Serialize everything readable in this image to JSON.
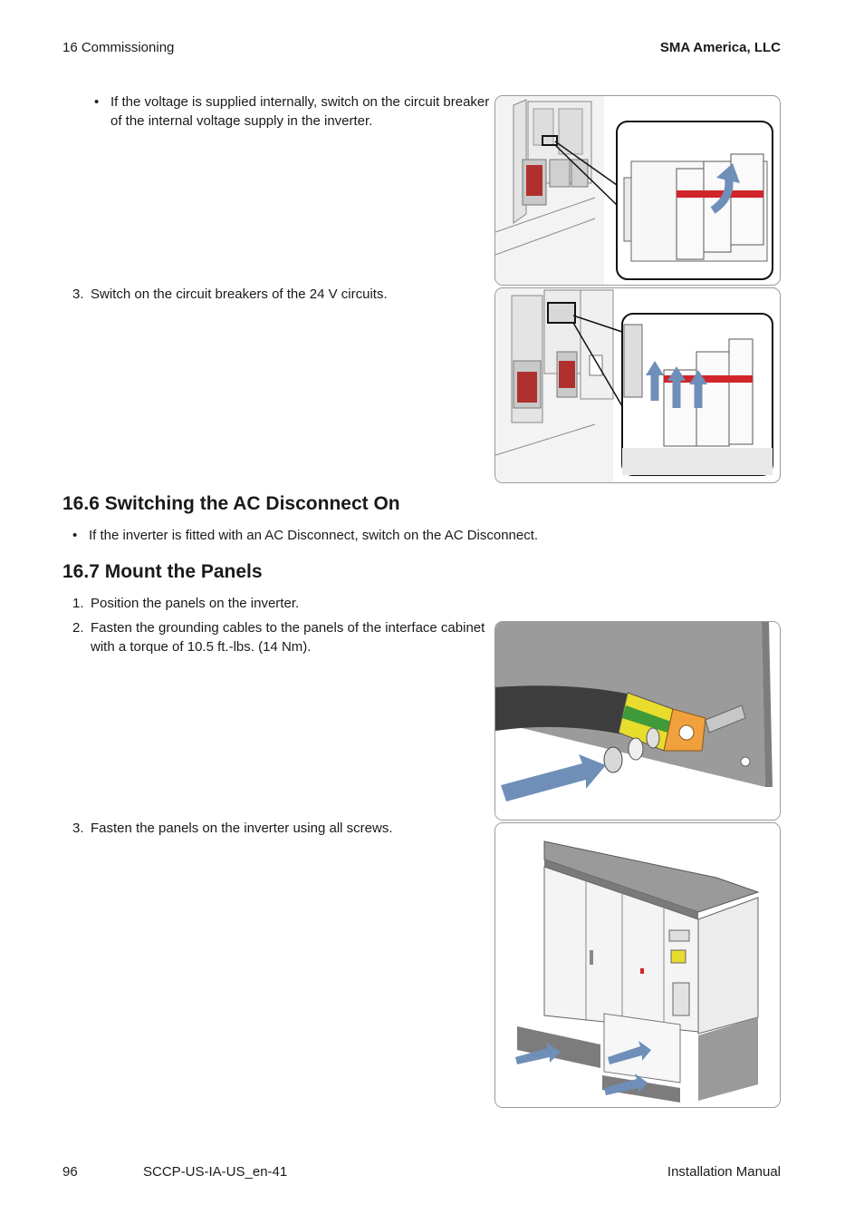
{
  "header": {
    "section": "16  Commissioning",
    "company": "SMA America, LLC"
  },
  "steps_top": {
    "bullet_internal": "If the voltage is supplied internally, switch on the circuit breaker",
    "bullet_internal_line2": "of the internal voltage supply in the inverter.",
    "step3_number": "3.",
    "step3_text": "Switch on the circuit breakers of the 24 V circuits."
  },
  "section_16_6": {
    "title": "16.6 Switching the AC Disconnect On",
    "bullet": "If the inverter is fitted with an AC Disconnect, switch on the AC Disconnect."
  },
  "section_16_7": {
    "title": "16.7 Mount the Panels",
    "step1_number": "1.",
    "step1_text": "Position the panels on the inverter.",
    "step2_number": "2.",
    "step2_text_line1": "Fasten the grounding cables to the panels of the interface cabinet",
    "step2_text_line2": "with a torque of 10.5 ft.-lbs. (14 Nm).",
    "step3_number": "3.",
    "step3_text": "Fasten the panels on the inverter using all screws."
  },
  "footer": {
    "page_number": "96",
    "doc_id": "SCCP-US-IA-US_en-41",
    "doc_type": "Installation Manual"
  },
  "colors": {
    "arrow_blue": "#6f8fb8",
    "breaker_red": "#d0262b",
    "ground_green": "#3f9a3a",
    "ground_yellow": "#e8dc2c",
    "lug_orange": "#f0a03c",
    "frame_gray": "#9a9a9a"
  }
}
